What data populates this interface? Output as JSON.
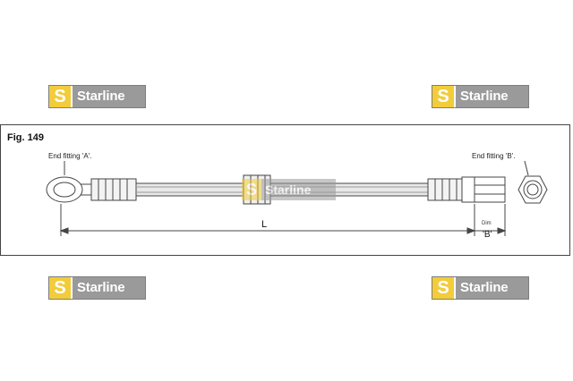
{
  "brand": {
    "mark": "S",
    "name": "Starline",
    "colors": {
      "mark": "#f2cc3a",
      "plate": "#9a9a9a"
    }
  },
  "figure": {
    "label": "Fig. 149",
    "end_a": "End fitting 'A'.",
    "end_b": "End fitting 'B'.",
    "length_label": "L",
    "dim_label": "Dim",
    "dim_b_label": "'B'"
  }
}
